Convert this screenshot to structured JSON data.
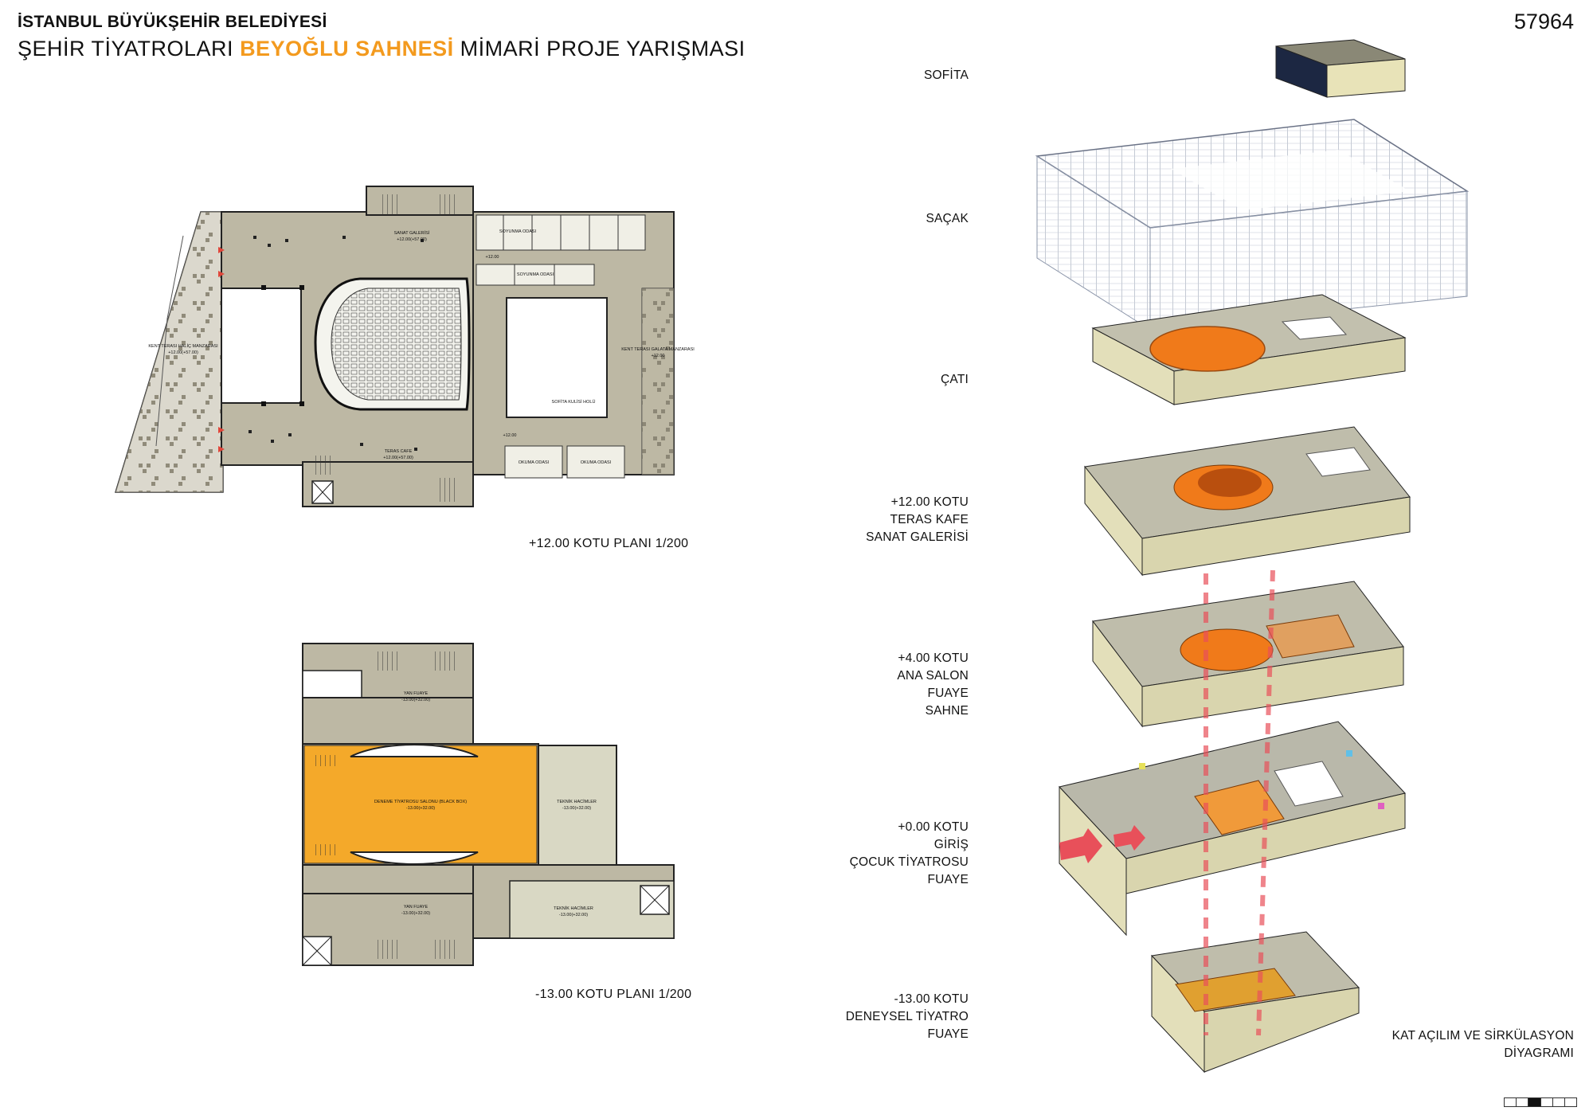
{
  "header": {
    "org": "İSTANBUL BÜYÜKŞEHİR BELEDİYESİ",
    "title_pre": "ŞEHİR TİYATROLARI ",
    "title_highlight": "BEYOĞLU SAHNESİ",
    "title_post": " MİMARİ PROJE YARIŞMASI",
    "project_number": "57964"
  },
  "colors": {
    "accent": "#f39a1e",
    "floor": "#bdb8a4",
    "floor_dark": "#8e8a78",
    "hall": "#f4a92a",
    "technical": "#d9d8c4",
    "iso_top": "#bfbdab",
    "iso_side": "#ddd9b4",
    "iso_orange": "#f07a1a",
    "circulation": "#e8505a"
  },
  "plans": {
    "upper": {
      "caption": "+12.00 KOTU PLANI  1/200",
      "labels": {
        "gallery": "SANAT GALERİSİ",
        "gallery_level": "+12.00(+57.00)",
        "terrace_cafe": "TERAS CAFE",
        "terrace_cafe_level": "+12.00(+57.00)",
        "city_terrace_west": "KENT TERASI HALİÇ MANZARASI",
        "city_terrace_west_level": "+12.00(+57.00)",
        "city_terrace_east": "KENT TERASI GALATA MANZARASI",
        "city_terrace_east_level": "+12.00",
        "stage_corridor": "SOFİTA KULİSİ HOLÜ",
        "dressing_1": "SOYUNMA ODASI",
        "dressing_2": "SOYUNMA ODASI",
        "rehearsal_1": "OKUMA ODASI",
        "rehearsal_2": "OKUMA ODASI",
        "level_1": "+12.00",
        "level_2": "+12.00"
      }
    },
    "lower": {
      "caption": "-13.00 KOTU PLANI  1/200",
      "labels": {
        "hall": "DENEME TİYATROSU SALONU (BLACK BOX)",
        "hall_level": "-13.00(+32.00)",
        "side_foyer_top": "YAN FUAYE",
        "side_foyer_top_level": "-13.00(+32.00)",
        "side_foyer_bottom": "YAN FUAYE",
        "side_foyer_bottom_level": "-13.00(+32.00)",
        "technical_1": "TEKNİK HACİMLER",
        "technical_1_level": "-13.00(+32.00)",
        "technical_2": "TEKNİK HACİMLER",
        "technical_2_level": "-13.00(+32.00)"
      }
    }
  },
  "diagram": {
    "levels": [
      {
        "lines": [
          "SOFİTA"
        ]
      },
      {
        "lines": [
          "SAÇAK"
        ]
      },
      {
        "lines": [
          "ÇATI"
        ]
      },
      {
        "lines": [
          "+12.00 KOTU",
          "TERAS KAFE",
          "SANAT GALERİSİ"
        ]
      },
      {
        "lines": [
          "+4.00 KOTU",
          "ANA SALON",
          "FUAYE",
          "SAHNE"
        ]
      },
      {
        "lines": [
          "+0.00 KOTU",
          "GİRİŞ",
          "ÇOCUK TİYATROSU",
          "FUAYE"
        ]
      },
      {
        "lines": [
          "-13.00 KOTU",
          "DENEYSEL TİYATRO",
          "FUAYE"
        ]
      }
    ],
    "caption": [
      "KAT AÇILIM VE SİRKÜLASYON",
      "DİYAGRAMI"
    ]
  },
  "pager": {
    "total": 6,
    "current": 3
  }
}
